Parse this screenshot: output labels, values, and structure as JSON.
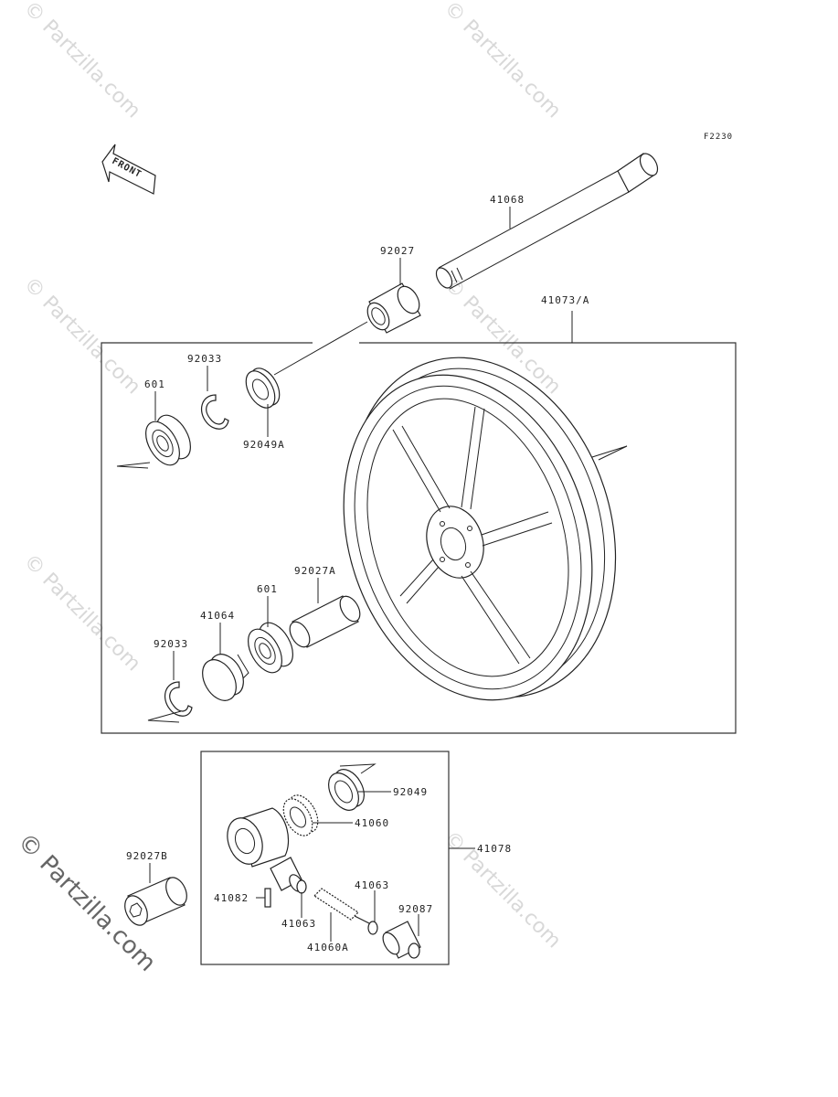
{
  "diagram_code": "F2230",
  "front_arrow_label": "FRONT",
  "watermark": "© Partzilla.com",
  "labels": {
    "p41068": "41068",
    "p92027": "92027",
    "p41073A": "41073/A",
    "p92033_top": "92033",
    "p601_top": "601",
    "p92049A": "92049A",
    "p92027A": "92027A",
    "p601_bottom": "601",
    "p41064": "41064",
    "p92033_bottom": "92033",
    "p92049": "92049",
    "p41060": "41060",
    "p41078": "41078",
    "p92027B": "92027B",
    "p41063_right": "41063",
    "p41082": "41082",
    "p41063_left": "41063",
    "p92087": "92087",
    "p41060A": "41060A"
  }
}
